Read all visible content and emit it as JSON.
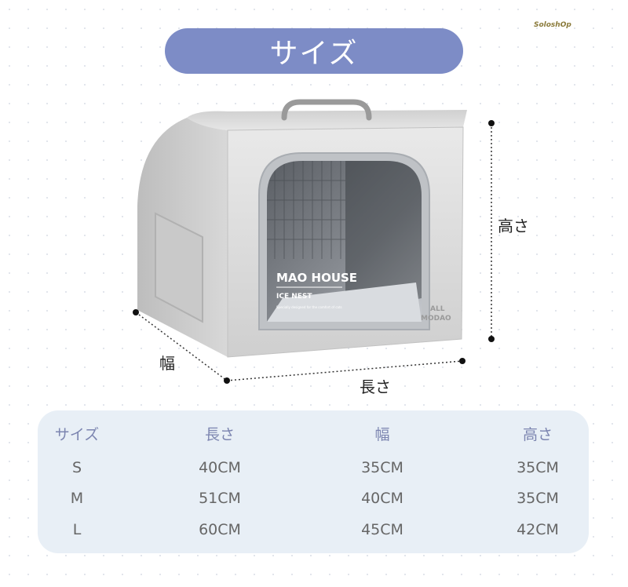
{
  "brand": "SoloshOp",
  "title": "サイズ",
  "product": {
    "label_main": "MAO HOUSE",
    "label_sub": "ICE NEST",
    "label_fine": "Specially designed for the comfort of cats",
    "logo_line1": "ALL",
    "logo_line2": "MODAO"
  },
  "dimensions": {
    "height": "高さ",
    "width": "幅",
    "length": "長さ"
  },
  "colors": {
    "title_pill": "#7d8cc6",
    "table_bg": "#e8eff6",
    "header_text": "#7c85b0"
  },
  "table": {
    "headers": [
      "サイズ",
      "長さ",
      "幅",
      "高さ"
    ],
    "rows": [
      [
        "S",
        "40CM",
        "35CM",
        "35CM"
      ],
      [
        "M",
        "51CM",
        "40CM",
        "35CM"
      ],
      [
        "L",
        "60CM",
        "45CM",
        "42CM"
      ]
    ]
  }
}
